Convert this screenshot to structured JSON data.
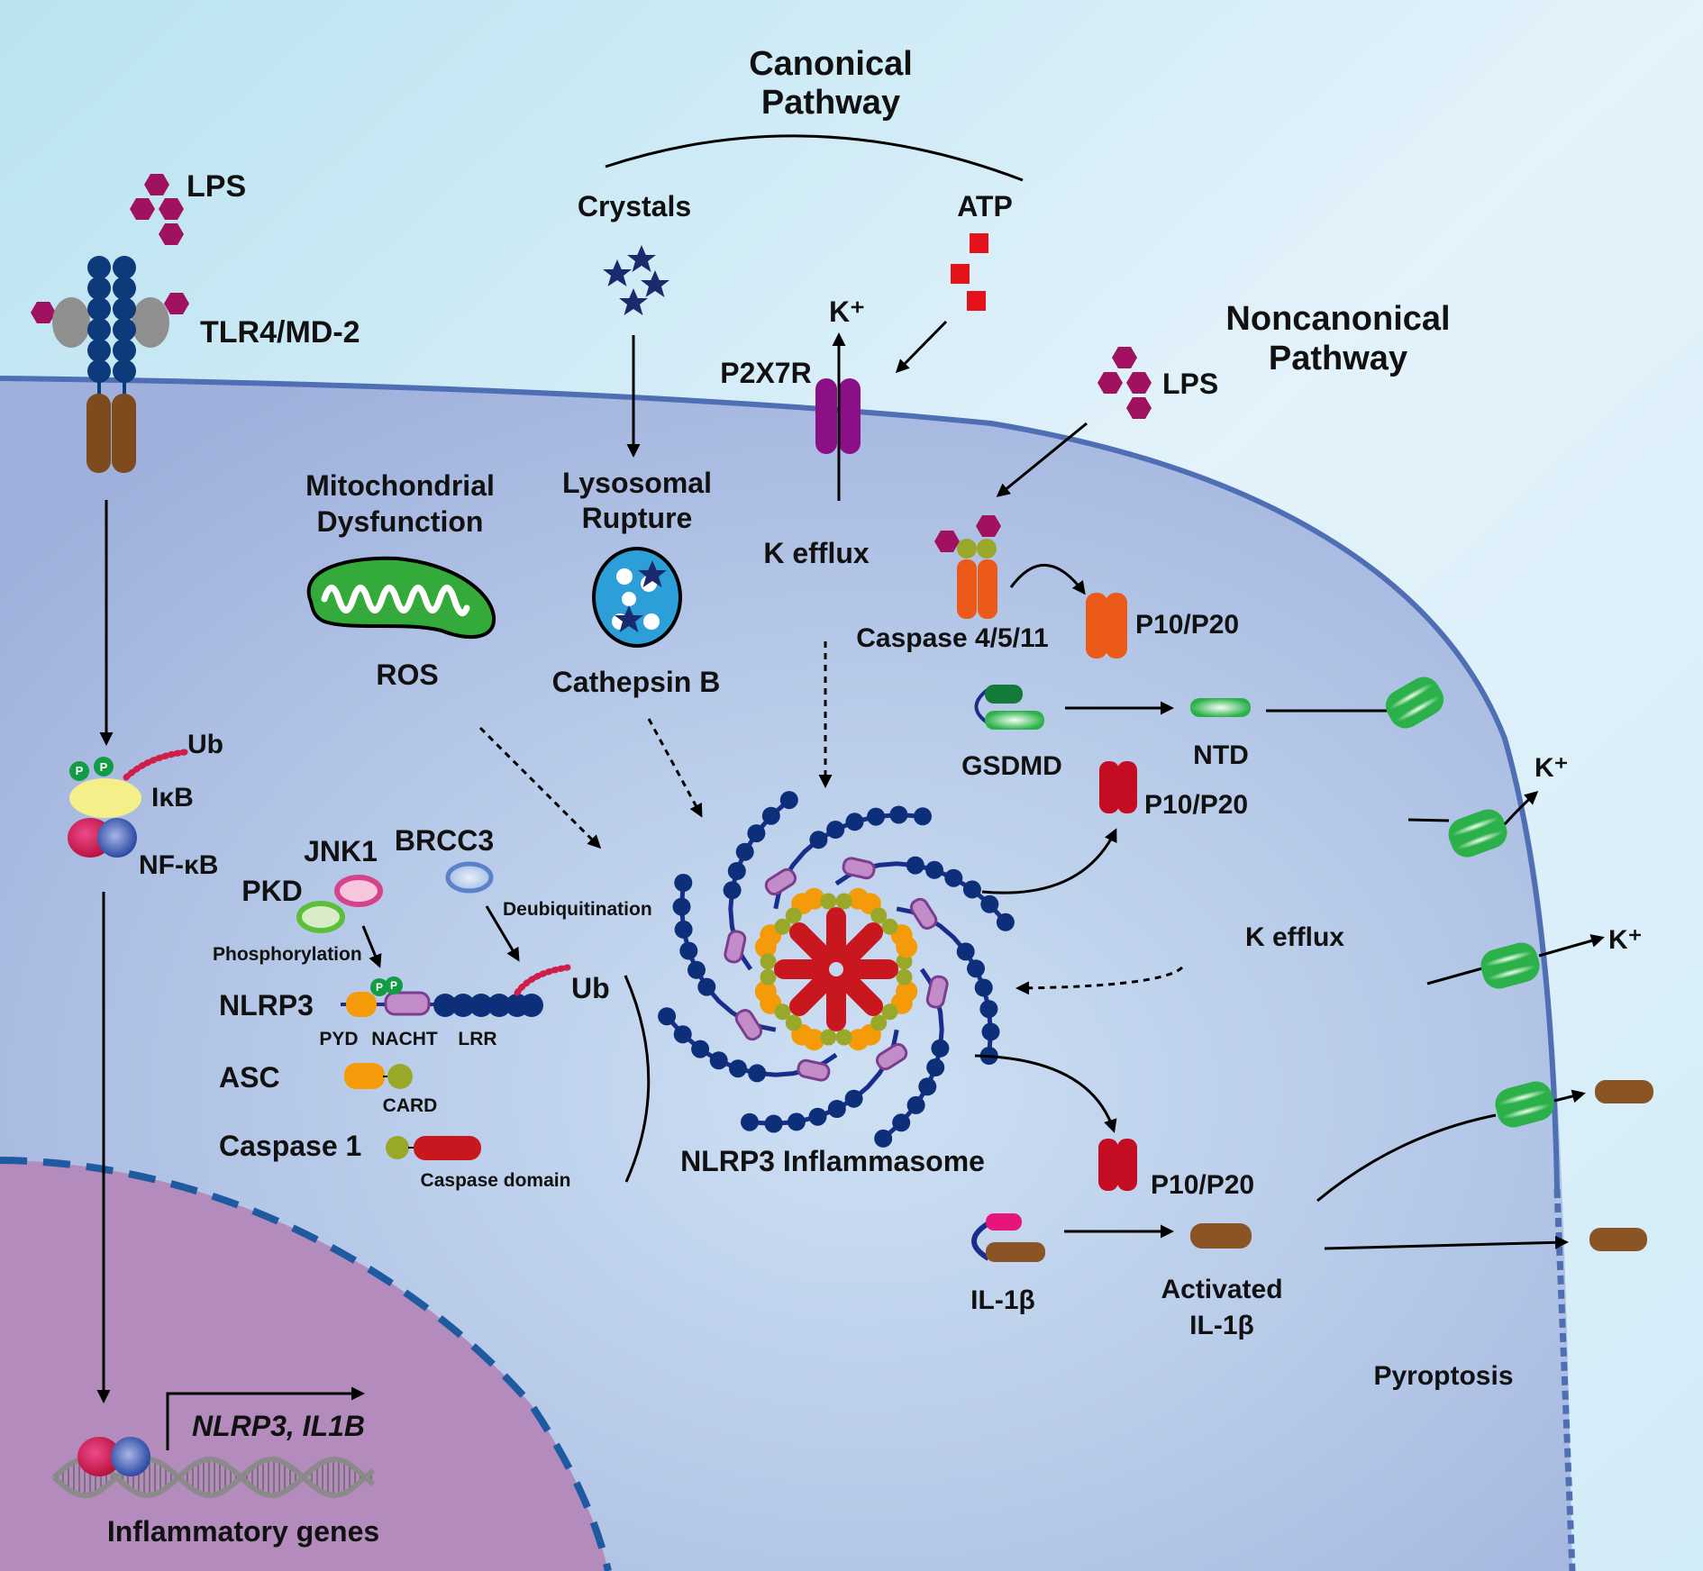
{
  "title": "NLRP3 inflammasome activation pathways",
  "colors": {
    "extracellular": "#d8eef7",
    "cytoplasm": "#aebee3",
    "nucleus": "#b48bbd",
    "membrane": "#4f6fb5",
    "lps": "#a0125f",
    "tlr4": "#0d3a7a",
    "md2": "#909090",
    "tir": "#7e4b1f",
    "atp": "#e5121b",
    "p2x7r": "#8b0f86",
    "caspase4": "#ec5a1a",
    "caspase_card": "#9aa82a",
    "p10p20_red": "#c40d23",
    "gsdmd_dark": "#137a3a",
    "gsdmd_light": "#2bb04a",
    "il1b_pro": "#e6157c",
    "il1b": "#8b5424",
    "pyd": "#f59b0a",
    "nacht": "#c28cc8",
    "lrr": "#0d2f7a",
    "ub": "#d01e4b",
    "phospho": "#149b46",
    "ikb": "#f5ef8a",
    "nfkb_red": "#c8174a",
    "nfkb_blue": "#2b4aa8",
    "mito": "#33aa3a",
    "lysosome": "#2c9fd9"
  },
  "labels": {
    "canonical_title_1": "Canonical",
    "canonical_title_2": "Pathway",
    "noncanonical_title_1": "Noncanonical",
    "noncanonical_title_2": "Pathway",
    "lps_left": "LPS",
    "tlr4": "TLR4/MD-2",
    "crystals": "Crystals",
    "atp": "ATP",
    "k_plus_top": "K⁺",
    "p2x7r": "P2X7R",
    "lps_right": "LPS",
    "mito_1": "Mitochondrial",
    "mito_2": "Dysfunction",
    "lyso_1": "Lysosomal",
    "lyso_2": "Rupture",
    "k_efflux_top": "K efflux",
    "ros": "ROS",
    "cathepsin": "Cathepsin B",
    "caspase4511": "Caspase 4/5/11",
    "p10p20_orange": "P10/P20",
    "gsdmd": "GSDMD",
    "ntd": "NTD",
    "p10p20_red_top": "P10/P20",
    "ub_ikb": "Ub",
    "ikb": "IκB",
    "nfkb": "NF-κB",
    "p_mark": "P",
    "jnk1": "JNK1",
    "brcc3": "BRCC3",
    "pkd": "PKD",
    "deubiquitination": "Deubiquitination",
    "phosphorylation": "Phosphorylation",
    "nlrp3": "NLRP3",
    "ub_nlrp3": "Ub",
    "pyd": "PYD",
    "nacht": "NACHT",
    "lrr": "LRR",
    "asc": "ASC",
    "card": "CARD",
    "caspase1": "Caspase 1",
    "caspase_domain": "Caspase domain",
    "inflammasome": "NLRP3 Inflammasome",
    "k_efflux_right": "K efflux",
    "k_plus_1": "K⁺",
    "k_plus_2": "K⁺",
    "p10p20_red_bottom": "P10/P20",
    "il1b": "IL-1β",
    "activated_1": "Activated",
    "activated_2": "IL-1β",
    "pyroptosis": "Pyroptosis",
    "genes_italic": "NLRP3, IL1B",
    "inflammatory_genes": "Inflammatory genes"
  }
}
